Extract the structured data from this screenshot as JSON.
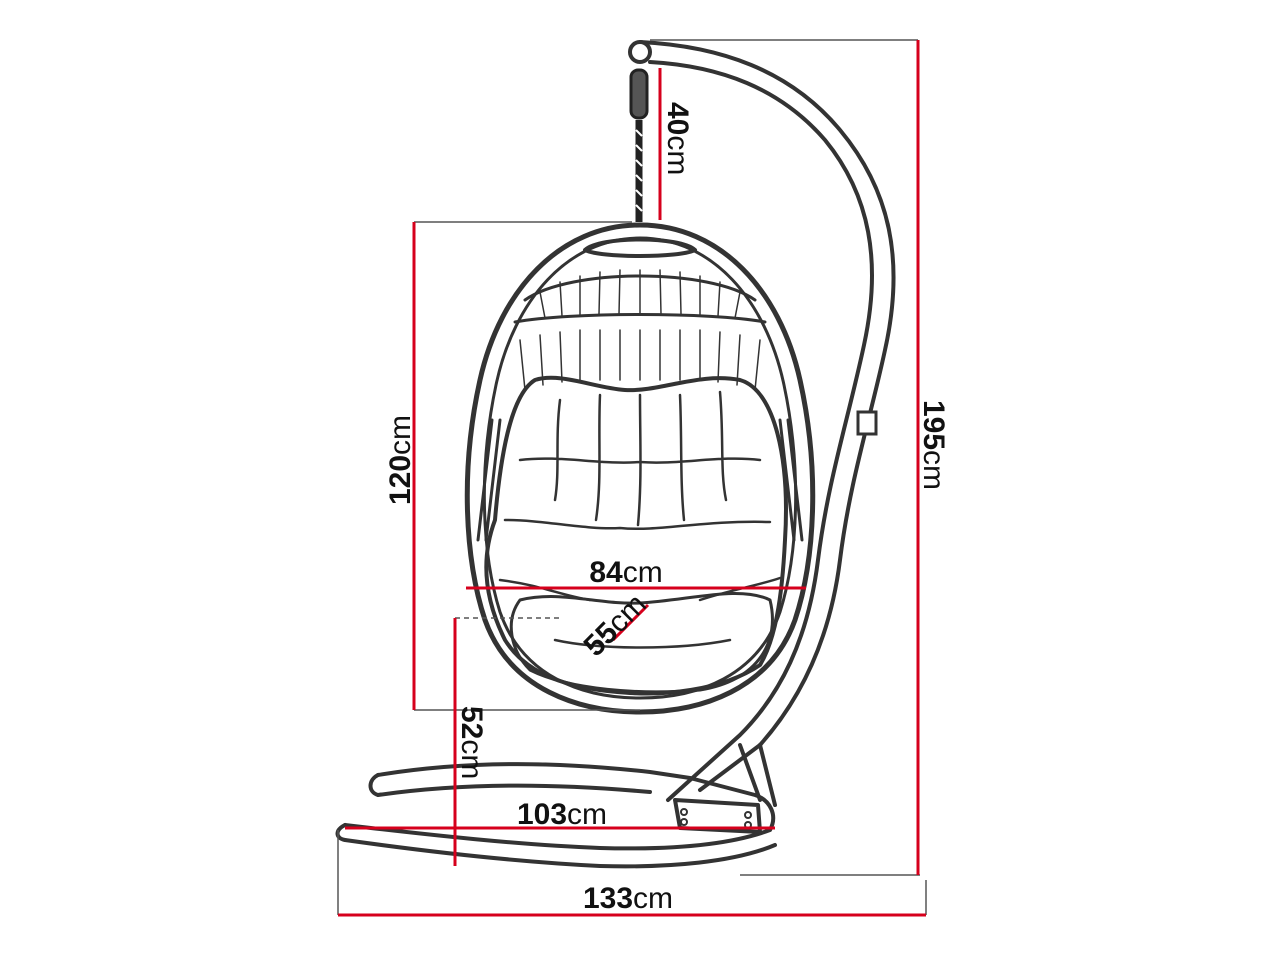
{
  "dimensions": {
    "chain_height": {
      "value": "40",
      "unit": "cm"
    },
    "egg_height": {
      "value": "120",
      "unit": "cm"
    },
    "total_height": {
      "value": "195",
      "unit": "cm"
    },
    "seat_width": {
      "value": "84",
      "unit": "cm"
    },
    "seat_depth": {
      "value": "55",
      "unit": "cm"
    },
    "seat_height": {
      "value": "52",
      "unit": "cm"
    },
    "base_inner": {
      "value": "103",
      "unit": "cm"
    },
    "base_total": {
      "value": "133",
      "unit": "cm"
    }
  },
  "colors": {
    "dimension_line": "#d6001c",
    "guide_line": "#555555",
    "outline": "#333333",
    "text": "#111111"
  }
}
